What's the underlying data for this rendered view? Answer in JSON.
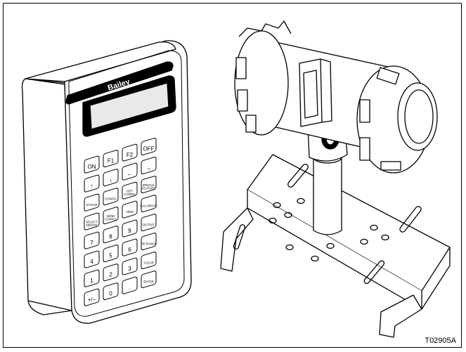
{
  "device": {
    "brand": "Bailey",
    "keypad": [
      [
        "ON",
        "F1",
        "F2",
        "OFF"
      ],
      [
        "↑",
        "↓",
        "←",
        "→"
      ],
      [
        "STATUS",
        "CONFIG",
        "GET CONFIG",
        "SPECIAL FEATURE"
      ],
      [
        "SELECT DEVICE",
        "SEND CONFIG",
        "VIEW",
        "CALI-BRATE"
      ],
      [
        "7",
        "8",
        "9",
        "OUTPUT"
      ],
      [
        "4",
        "5",
        "6",
        "RE-RANGE"
      ],
      [
        "1",
        "2",
        "3",
        "CLEAR"
      ],
      [
        "+/−",
        "0",
        ".",
        "ENTER"
      ]
    ]
  },
  "figure_id": "T02905A"
}
